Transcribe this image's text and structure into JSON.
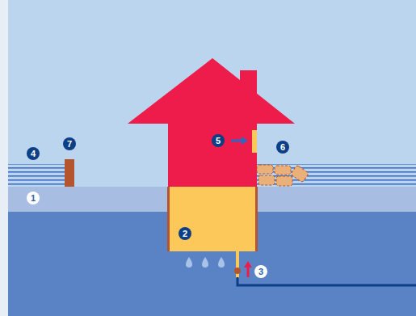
{
  "diagram": {
    "labels": [
      "4",
      "7",
      "5",
      "6",
      "1",
      "2",
      "3"
    ]
  }
}
